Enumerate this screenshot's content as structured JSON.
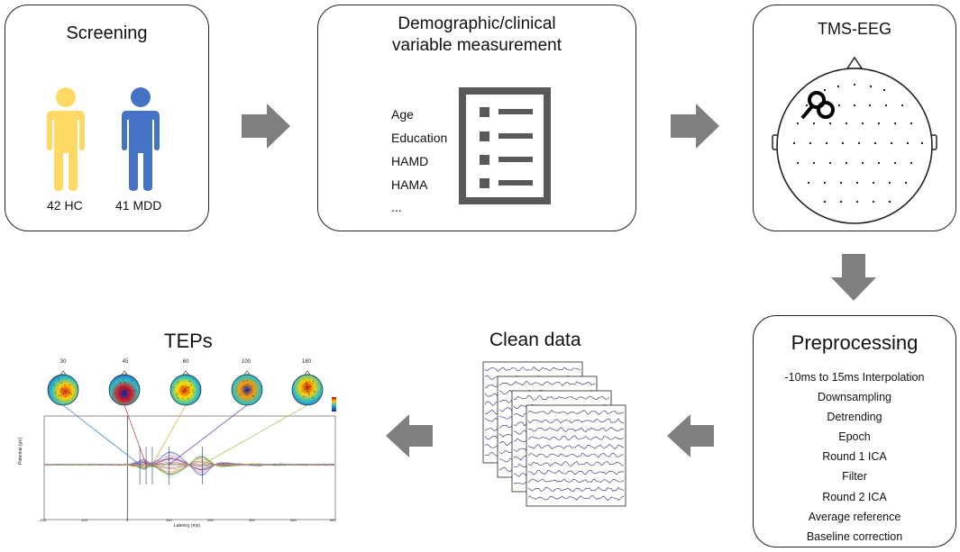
{
  "screening": {
    "title": "Screening",
    "groups": [
      {
        "label": "42 HC",
        "color": "#FFD966"
      },
      {
        "label": "41 MDD",
        "color": "#4472C4"
      }
    ]
  },
  "demographic": {
    "title_line1": "Demographic/clinical",
    "title_line2": "variable measurement",
    "items": [
      "Age",
      "Education",
      "HAMD",
      "HAMA",
      "..."
    ]
  },
  "tms_eeg": {
    "title": "TMS-EEG"
  },
  "preprocessing": {
    "title": "Preprocessing",
    "steps": [
      "-10ms to 15ms Interpolation",
      "Downsampling",
      "Detrending",
      "Epoch",
      "Round 1 ICA",
      "Filter",
      "Round 2 ICA",
      "Average reference",
      "Baseline correction"
    ]
  },
  "clean_data": {
    "title": "Clean data"
  },
  "teps": {
    "title": "TEPs",
    "topo_latencies": [
      "30",
      "45",
      "60",
      "100",
      "180"
    ],
    "y_axis_label": "Potential (μV)",
    "x_axis_label": "Latency (ms)",
    "x_ticks": [
      "-200",
      "-100",
      "0",
      "100",
      "200",
      "300",
      "400",
      "500"
    ]
  },
  "colors": {
    "arrow": "#7f7f7f",
    "icon_gray": "#595959",
    "trace": "#1f2a6b"
  }
}
